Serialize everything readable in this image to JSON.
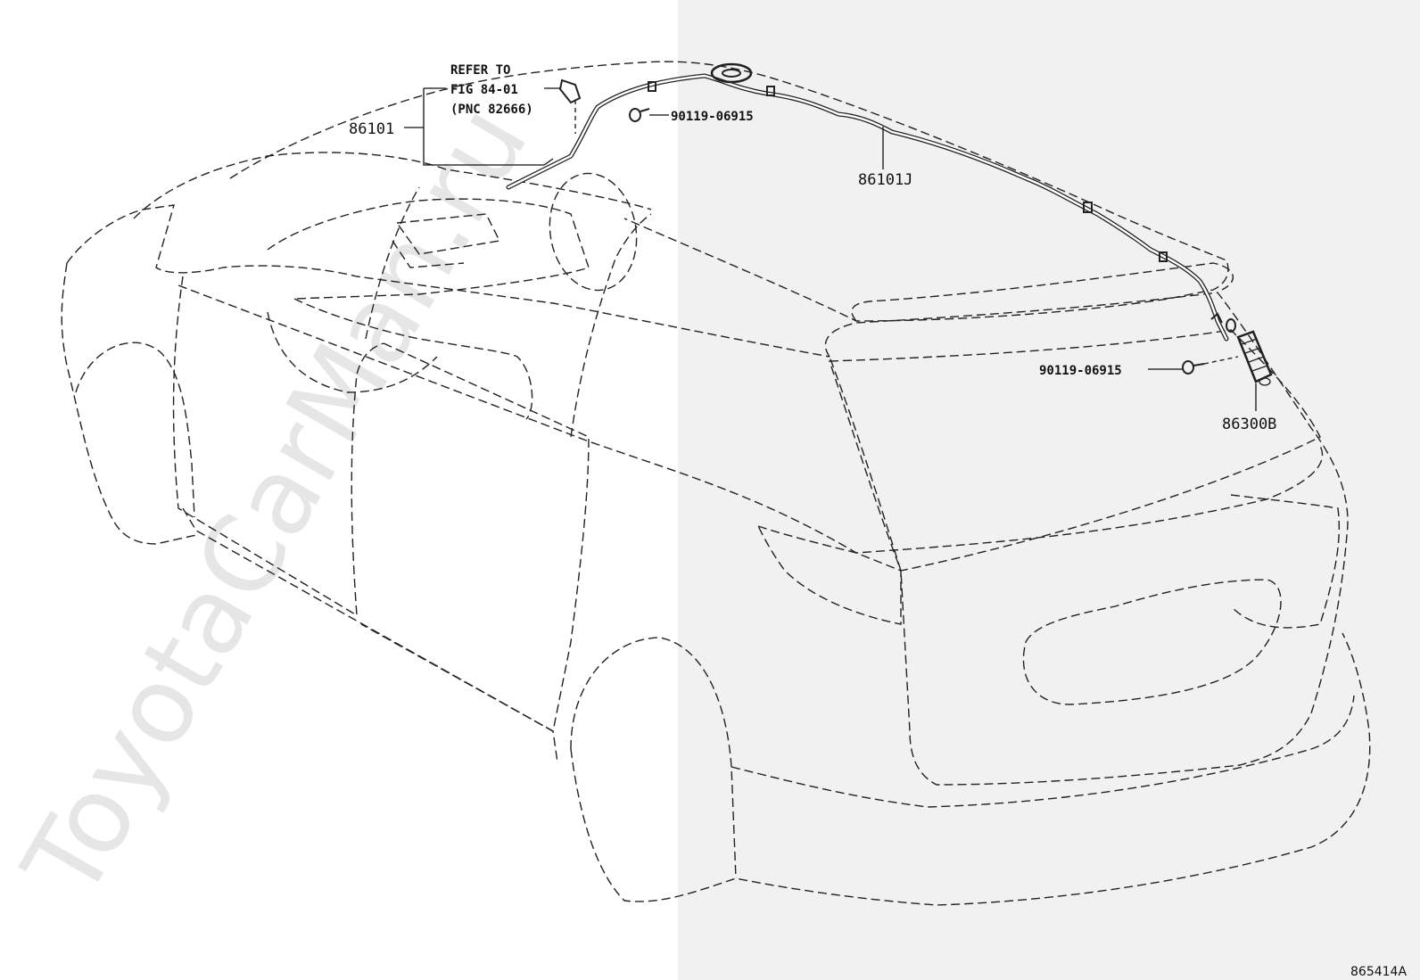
{
  "colors": {
    "background": "#ffffff",
    "right_panel": "#f1f1f1",
    "lines": "#222222",
    "watermark": "#e6e6e6"
  },
  "watermark": "ToyotaCarMan.ru",
  "callouts": {
    "refer_line1": "REFER TO",
    "refer_line2": "FIG 84-01",
    "refer_line3": "(PNC 82666)",
    "part_86101": "86101",
    "part_86101J": "86101J",
    "bolt_top": "90119-06915",
    "bolt_rear": "90119-06915",
    "part_86300B": "86300B"
  },
  "figure_code": "865414A"
}
